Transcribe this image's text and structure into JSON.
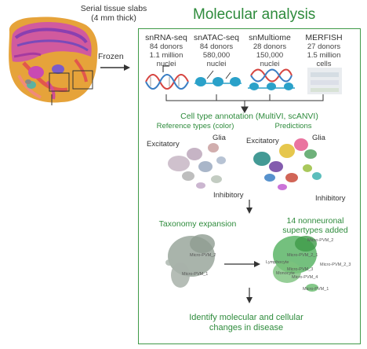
{
  "header": {
    "slabs_line1": "Serial tissue slabs",
    "slabs_line2": "(4 mm thick)",
    "frozen": "Frozen",
    "title": "Molecular analysis"
  },
  "assays": [
    {
      "name": "snRNA-seq",
      "donors": "84 donors",
      "count": "1.1 million",
      "unit": "nuclei"
    },
    {
      "name": "snATAC-seq",
      "donors": "84 donors",
      "count": "580,000",
      "unit": "nuclei"
    },
    {
      "name": "snMultiome",
      "donors": "28 donors",
      "count": "150,000",
      "unit": "nuclei"
    },
    {
      "name": "MERFISH",
      "donors": "27 donors",
      "count": "1.5 million",
      "unit": "cells"
    }
  ],
  "annotation": {
    "title": "Cell type annotation (MultiVI, scANVI)",
    "left_subtitle": "Reference types (color)",
    "right_subtitle": "Predictions",
    "excitatory_left": "Excitatory",
    "glia_left": "Glia",
    "inhibitory_left": "Inhibitory",
    "excitatory_right": "Excitatory",
    "glia_right": "Glia",
    "inhibitory_right": "Inhibitory"
  },
  "taxonomy": {
    "left_title": "Taxonomy expansion",
    "right_title_line1": "14 nonneuronal",
    "right_title_line2": "supertypes added",
    "left_labels": [
      "Micro-PVM_2",
      "Micro-PVM_1"
    ],
    "right_labels": [
      "Micro-PVM_2",
      "Micro-PVM_2_1",
      "Lymphocyte",
      "Micro-PVM_2_3",
      "Micro-PVM_3",
      "Monocyte",
      "Micro-PVM_4",
      "Micro-PVM_1"
    ]
  },
  "conclusion": {
    "line1": "Identify molecular and cellular",
    "line2": "changes in disease"
  },
  "colors": {
    "frame": "#3f9a48",
    "title": "#2e8b3c",
    "arrow": "#333333",
    "dna_red": "#d64541",
    "dna_blue": "#3b7fc4",
    "chromatin": "#2aa1c9"
  },
  "icons": [
    "brain-slab-icon",
    "dna-helix-icon",
    "chromatin-icon",
    "multiome-icon",
    "merfish-tissue-icon",
    "umap-cluster-icon"
  ]
}
